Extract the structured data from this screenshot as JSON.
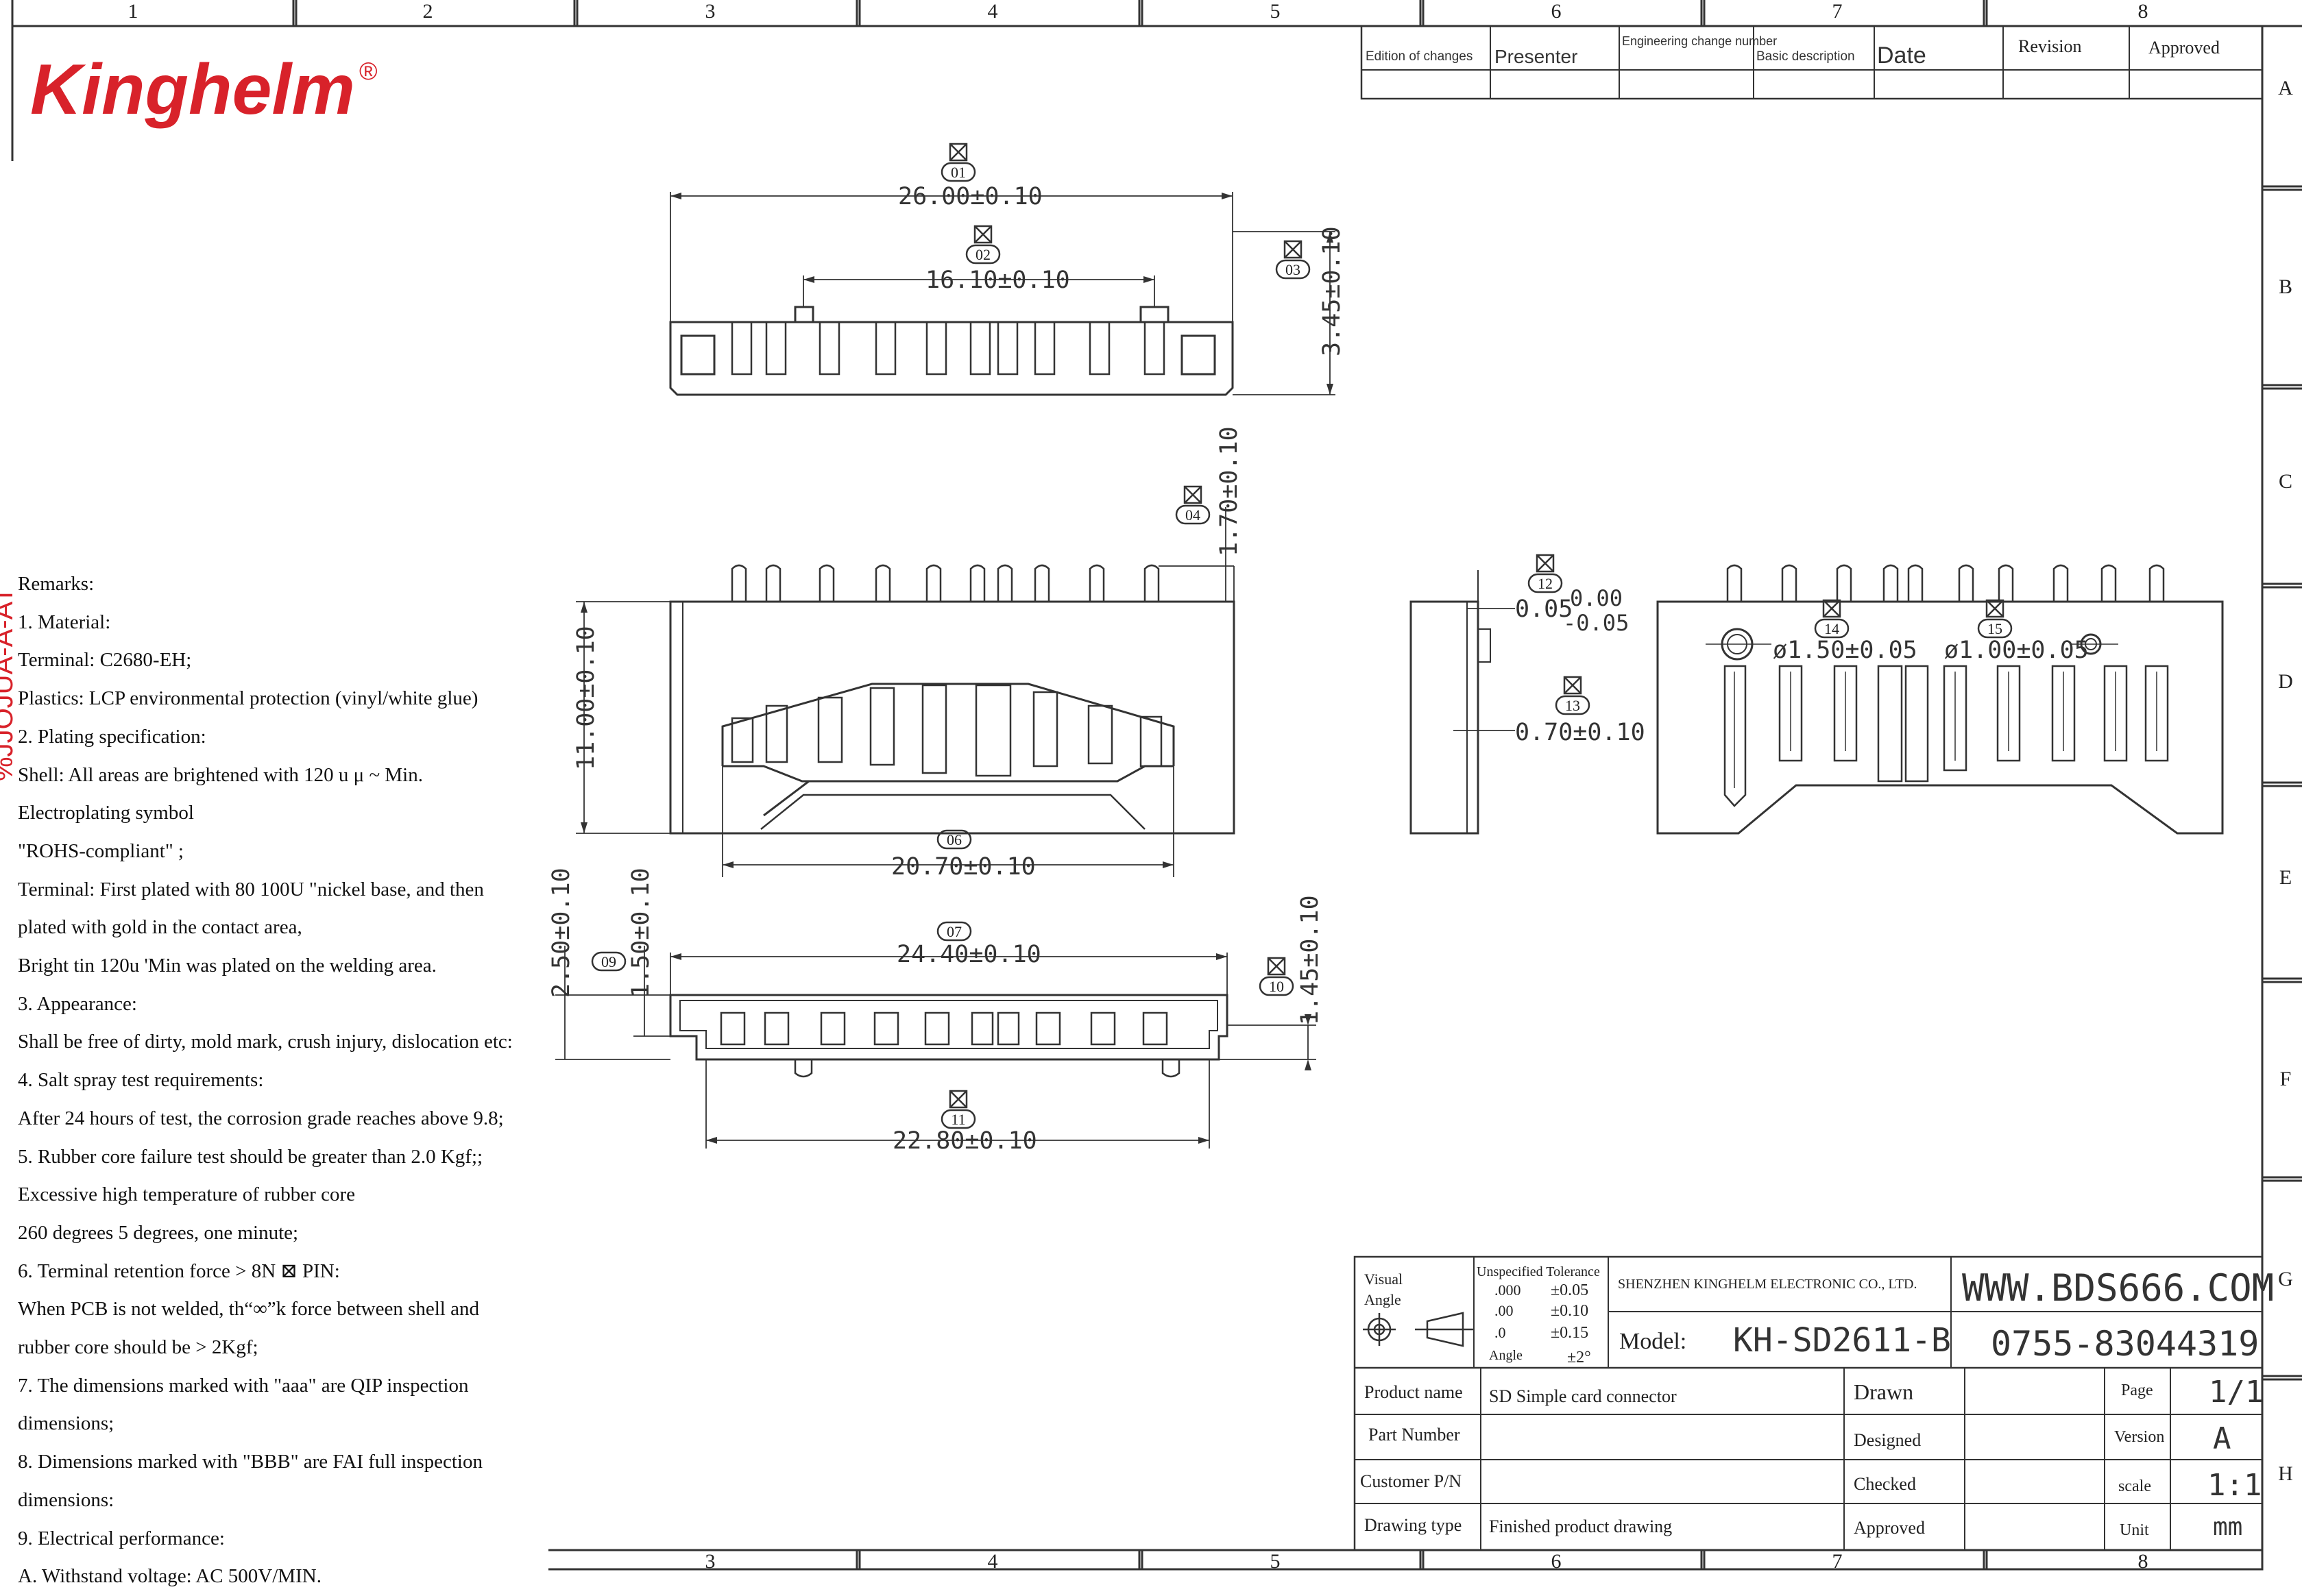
{
  "brand": {
    "name": "Kinghelm",
    "mark": "®",
    "color": "#d8222a",
    "side_text": "%JJOJUA-A-AT"
  },
  "grid": {
    "columns_top": [
      "1",
      "2",
      "3",
      "4",
      "5",
      "6",
      "7",
      "8"
    ],
    "columns_bottom": [
      "3",
      "4",
      "5",
      "6",
      "7",
      "8"
    ],
    "rows": [
      "A",
      "B",
      "C",
      "D",
      "E",
      "F",
      "G",
      "H"
    ]
  },
  "revision_table": {
    "headers": [
      "Edition of changes",
      "Presenter",
      "Engineering change number",
      "Basic description",
      "Date",
      "Revision",
      "Approved"
    ]
  },
  "remarks": [
    "Remarks:",
    "1. Material:",
    "Terminal: C2680-EH;",
    "Plastics: LCP environmental protection (vinyl/white glue)",
    "2. Plating specification:",
    "Shell: All areas are brightened with 120 u μ ~ Min.",
    "Electroplating symbol",
    " \"ROHS-compliant\" ;",
    "Terminal: First plated with 80 100U \"nickel base, and then",
    "plated with gold in the contact area,",
    "Bright tin 120u 'Min was plated on the welding area.",
    "3. Appearance:",
    "Shall be free of dirty, mold mark, crush injury, dislocation etc:",
    "4. Salt spray test requirements:",
    "After 24 hours of test, the corrosion grade reaches above 9.8;",
    "5. Rubber core failure test should be greater than 2.0 Kgf;;",
    "Excessive high temperature of rubber core",
    "260 degrees 5 degrees, one minute;",
    "6. Terminal retention force > 8N ⊠ PIN:",
    "When PCB is not welded, th“∞”k force between shell and",
    "rubber core should be > 2Kgf;",
    "7. The dimensions marked with \"aaa\" are QIP inspection",
    "dimensions;",
    "8. Dimensions marked with \"BBB\" are FAI full inspection",
    "dimensions:",
    "9. Electrical performance:",
    "A. Withstand voltage: AC 500V/MIN."
  ],
  "dimensions": {
    "d01": {
      "id": "01",
      "value": "26.00±0.10"
    },
    "d02": {
      "id": "02",
      "value": "16.10±0.10"
    },
    "d03": {
      "id": "03",
      "value": "3.45±0.10"
    },
    "d04": {
      "id": "04",
      "value": "1.70±0.10"
    },
    "d05": {
      "id": "05",
      "value": "11.00±0.10"
    },
    "d06": {
      "id": "06",
      "value": "20.70±0.10"
    },
    "d07": {
      "id": "07",
      "value": "24.40±0.10"
    },
    "d08": {
      "value": "2.50±0.10"
    },
    "d09": {
      "id": "09",
      "value": "1.50±0.10"
    },
    "d10": {
      "id": "10",
      "value": "1.45±0.10"
    },
    "d11": {
      "id": "11",
      "value": "22.80±0.10"
    },
    "d12": {
      "id": "12",
      "value": "0.05",
      "tol_upper": "0.00",
      "tol_lower": "-0.05"
    },
    "d13": {
      "id": "13",
      "value": "0.70±0.10"
    },
    "d14": {
      "id": "14",
      "value": "ø1.50±0.05"
    },
    "d15": {
      "id": "15",
      "value": "ø1.00±0.05"
    }
  },
  "title_block": {
    "visual": "Visual",
    "angle_label": "Angle",
    "tolerance_title": "Unspecified Tolerance",
    "tolerances": [
      {
        "k": ".000",
        "v": "±0.05"
      },
      {
        "k": ".00",
        "v": "±0.10"
      },
      {
        "k": ".0",
        "v": "±0.15"
      },
      {
        "k": "Angle",
        "v": "±2°"
      }
    ],
    "company": "SHENZHEN KINGHELM ELECTRONIC CO., LTD.",
    "website": "WWW.BDS666.COM",
    "phone": "0755-83044319",
    "model_label": "Model:",
    "model": "KH-SD2611-B",
    "product_name_label": "Product name",
    "product_name": "SD Simple card connector",
    "part_number_label": "Part Number",
    "customer_pn_label": "Customer P/N",
    "drawing_type_label": "Drawing type",
    "drawing_type": "Finished product drawing",
    "drawn_label": "Drawn",
    "designed_label": "Designed",
    "checked_label": "Checked",
    "approved_label": "Approved",
    "page_label": "Page",
    "page": "1/1",
    "version_label": "Version",
    "version": "A",
    "scale_label": "scale",
    "scale": "1:1",
    "unit_label": "Unit",
    "unit": "mm"
  }
}
